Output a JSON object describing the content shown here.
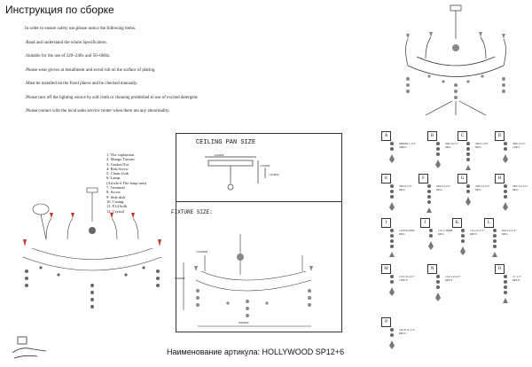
{
  "header": {
    "title": "Инструкция по сборке"
  },
  "notes": [
    "In order to ensure safety use,please notice the following items:",
    ".Read and understand the whole Specification.",
    ".Suitable for the use of 220~240v and 50~60Hz.",
    ".Please wear gloves at installment and avoid rub on the surface of plating.",
    ".Must be installed on the fixed places and be checked manually.",
    ".Please turn off the lighting source by soft cloth or cleaning prohibited to use of excited detergent.",
    ".Please contact with the local sales service center when there are any abnormality."
  ],
  "parts_list": [
    "1: The caplamion",
    "2: Mango Taiwan",
    "3: Gasket,Nut",
    "4: Bolt,Screw",
    "5: Chain Link",
    "6: Lamp",
    "(Article 6 The lamp arm)",
    "7: Terminal",
    "8: Screw",
    "9: Side dish",
    "10: Casing",
    "11: E14 bulb",
    "12: Crystal"
  ],
  "ceiling_pan": {
    "title": "CEILING PAN SIZE",
    "dim_top": "145MM",
    "dim_side": "110MM",
    "dim_right": "145MM"
  },
  "fixture": {
    "title": "FIXTURE SIZE:",
    "height": "1100MM",
    "height2": "950MM",
    "width": "950MM"
  },
  "footer": {
    "article": "Наименование артикула: HOLLYWOOD SP12+6"
  },
  "crystals": [
    {
      "letter": "A",
      "spec": "96MM 1-1/2\"|36Pcs"
    },
    {
      "letter": "B",
      "spec": "30x/1/2-2\"|6Pcs"
    },
    {
      "letter": "C",
      "spec": "30x/5-3/5\"|6Pcs"
    },
    {
      "letter": "D",
      "spec": "30x/1/2-2\"|12Pcs"
    },
    {
      "letter": "E",
      "spec": "30x/2-2.5\"|6Pcs"
    },
    {
      "letter": "F",
      "spec": "20x1/2-2.5\"|6Pcs"
    },
    {
      "letter": "G",
      "spec": "30x7/2-2.5\"|6Pcs"
    },
    {
      "letter": "H",
      "spec": "30x/1/2-2.5\"|6Pcs"
    },
    {
      "letter": "I",
      "spec": "14x5/6-18W|6Pcs"
    },
    {
      "letter": "J",
      "spec": "1/2-1.5MM|6Pcs"
    },
    {
      "letter": "K",
      "spec": "11x1/2-2.5\"|6PCS"
    },
    {
      "letter": "L",
      "spec": "6x41/2-1.5\"|6Pcs"
    },
    {
      "letter": "M",
      "spec": "12x/1/2-2.5\"|12PCS"
    },
    {
      "letter": "N",
      "spec": "11x/1/2-2.5\"|6PCS"
    },
    {
      "letter": "O",
      "spec": "11 1.5\"|6PCS"
    },
    {
      "letter": "P",
      "spec": "14x11/2-1.5\"|6PCS"
    }
  ]
}
